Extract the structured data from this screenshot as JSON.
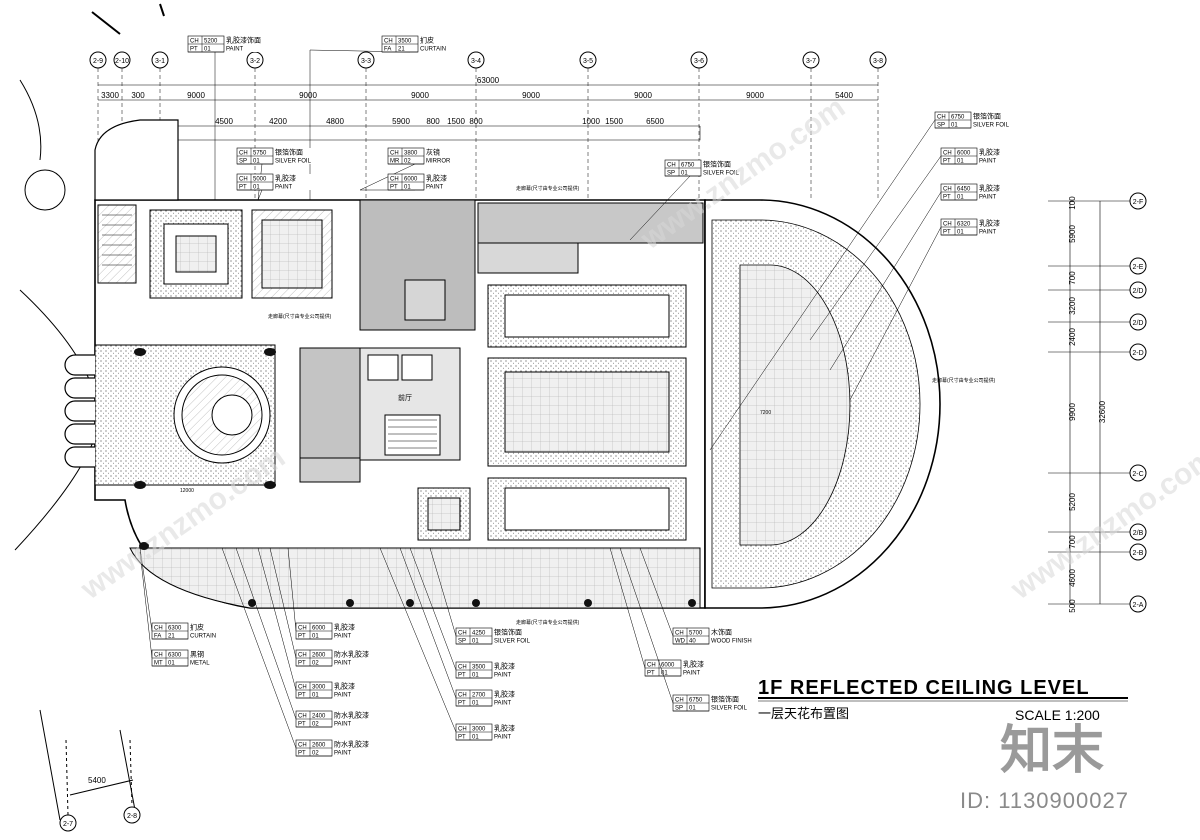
{
  "title": "1F REFLECTED  CEILING  LEVEL",
  "subtitle": "一层天花布置图",
  "scale": "SCALE  1:200",
  "watermark": {
    "brand": "知末",
    "id": "ID: 1130900027",
    "site": "www.znzmo.com"
  },
  "grid_top": [
    "2-9",
    "2-10",
    "3-1",
    "3-2",
    "3-3",
    "3-4",
    "3-5",
    "3-6",
    "3-7",
    "3-8"
  ],
  "grid_right": [
    "2-F",
    "2-E",
    "2/D",
    "2/D",
    "2-D",
    "2-C",
    "2/B",
    "2-B",
    "2-A"
  ],
  "grid_bottom": [
    "2-7",
    "2-8"
  ],
  "dims_top": {
    "overall": "63000",
    "row1": [
      "3300",
      "300",
      "9000",
      "9000",
      "9000",
      "9000",
      "9000",
      "9000",
      "5400"
    ],
    "row2": [
      "4500",
      "4200",
      "4800",
      "5900",
      "800",
      "1500",
      "800",
      "1000",
      "1500",
      "6500"
    ]
  },
  "dims_right": {
    "overall": "32600",
    "values": [
      "100",
      "5900",
      "700",
      "3200",
      "2400",
      "9900",
      "5200",
      "700",
      "4600",
      "500"
    ]
  },
  "dim_bottom": "5400",
  "interior_labels": {
    "hall": "前厅",
    "plan_marks": [
      "12000",
      "7200"
    ]
  },
  "tags": [
    {
      "r1": [
        "CH",
        "5200",
        "乳胶漆饰面"
      ],
      "r2": [
        "PT",
        "01",
        "PAINT"
      ]
    },
    {
      "r1": [
        "CH",
        "3500",
        "扪皮"
      ],
      "r2": [
        "FA",
        "21",
        "CURTAIN"
      ]
    },
    {
      "r1": [
        "CH",
        "5750",
        "银箔饰面"
      ],
      "r2": [
        "SP",
        "01",
        "SILVER FOIL"
      ]
    },
    {
      "r1": [
        "CH",
        "5000",
        "乳胶漆"
      ],
      "r2": [
        "PT",
        "01",
        "PAINT"
      ]
    },
    {
      "r1": [
        "CH",
        "3800",
        "灰镜"
      ],
      "r2": [
        "MR",
        "02",
        "MIRROR"
      ]
    },
    {
      "r1": [
        "CH",
        "6000",
        "乳胶漆"
      ],
      "r2": [
        "PT",
        "01",
        "PAINT"
      ]
    },
    {
      "r1": [
        "CH",
        "6750",
        "银箔饰面"
      ],
      "r2": [
        "SP",
        "01",
        "SILVER FOIL"
      ]
    },
    {
      "r1": [
        "CH",
        "6750",
        "银箔饰面"
      ],
      "r2": [
        "SP",
        "01",
        "SILVER FOIL"
      ]
    },
    {
      "r1": [
        "CH",
        "6000",
        "乳胶漆"
      ],
      "r2": [
        "PT",
        "01",
        "PAINT"
      ]
    },
    {
      "r1": [
        "CH",
        "6450",
        "乳胶漆"
      ],
      "r2": [
        "PT",
        "01",
        "PAINT"
      ]
    },
    {
      "r1": [
        "CH",
        "6320",
        "乳胶漆"
      ],
      "r2": [
        "PT",
        "01",
        "PAINT"
      ]
    },
    {
      "r1": [
        "CH",
        "6300",
        "扪皮"
      ],
      "r2": [
        "FA",
        "21",
        "CURTAIN"
      ]
    },
    {
      "r1": [
        "CH",
        "6300",
        "黑钢"
      ],
      "r2": [
        "MT",
        "01",
        "METAL"
      ]
    },
    {
      "r1": [
        "CH",
        "6000",
        "乳胶漆"
      ],
      "r2": [
        "PT",
        "01",
        "PAINT"
      ]
    },
    {
      "r1": [
        "CH",
        "2600",
        "防水乳胶漆"
      ],
      "r2": [
        "PT",
        "02",
        "PAINT"
      ]
    },
    {
      "r1": [
        "CH",
        "3000",
        "乳胶漆"
      ],
      "r2": [
        "PT",
        "01",
        "PAINT"
      ]
    },
    {
      "r1": [
        "CH",
        "2400",
        "防水乳胶漆"
      ],
      "r2": [
        "PT",
        "02",
        "PAINT"
      ]
    },
    {
      "r1": [
        "CH",
        "2600",
        "防水乳胶漆"
      ],
      "r2": [
        "PT",
        "02",
        "PAINT"
      ]
    },
    {
      "r1": [
        "CH",
        "4250",
        "银箔饰面"
      ],
      "r2": [
        "SP",
        "01",
        "SILVER FOIL"
      ]
    },
    {
      "r1": [
        "CH",
        "3500",
        "乳胶漆"
      ],
      "r2": [
        "PT",
        "01",
        "PAINT"
      ]
    },
    {
      "r1": [
        "CH",
        "2700",
        "乳胶漆"
      ],
      "r2": [
        "PT",
        "01",
        "PAINT"
      ]
    },
    {
      "r1": [
        "CH",
        "3000",
        "乳胶漆"
      ],
      "r2": [
        "PT",
        "01",
        "PAINT"
      ]
    },
    {
      "r1": [
        "CH",
        "5700",
        "木饰面"
      ],
      "r2": [
        "WD",
        "40",
        "WOOD FINISH"
      ]
    },
    {
      "r1": [
        "CH",
        "6000",
        "乳胶漆"
      ],
      "r2": [
        "PT",
        "01",
        "PAINT"
      ]
    },
    {
      "r1": [
        "CH",
        "6750",
        "银箔饰面"
      ],
      "r2": [
        "SP",
        "01",
        "SILVER FOIL"
      ]
    }
  ],
  "notes": [
    "走廊幕(尺寸由专业公司提供)",
    "走廊幕(尺寸由专业公司提供)",
    "走廊幕(尺寸由专业公司提供)",
    "走廊幕(尺寸由专业公司提供)"
  ]
}
